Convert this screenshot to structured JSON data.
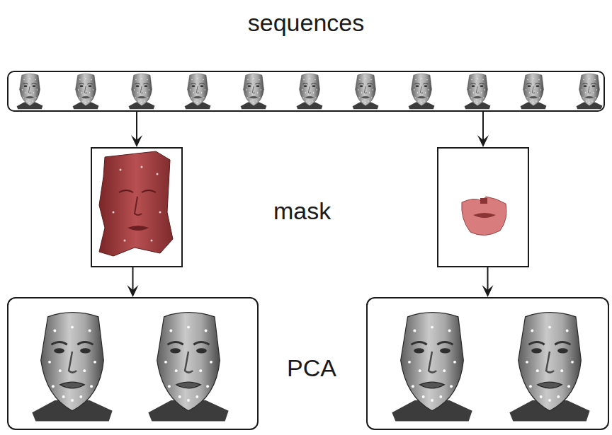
{
  "diagram": {
    "nodes": [
      {
        "text": [
          "sequences"
        ]
      },
      {
        "text": []
      },
      {
        "text": []
      },
      {
        "text": []
      },
      {
        "text": []
      }
    ],
    "edges": [
      {
        "from": 0,
        "to": 1,
        "arrow": "to"
      },
      {
        "from": 0,
        "to": 2,
        "arrow": "to"
      },
      {
        "from": 1,
        "to": 3,
        "arrow": "to"
      },
      {
        "from": 2,
        "to": 4,
        "arrow": "to"
      }
    ],
    "labels": [
      "mask",
      "PCA"
    ]
  }
}
